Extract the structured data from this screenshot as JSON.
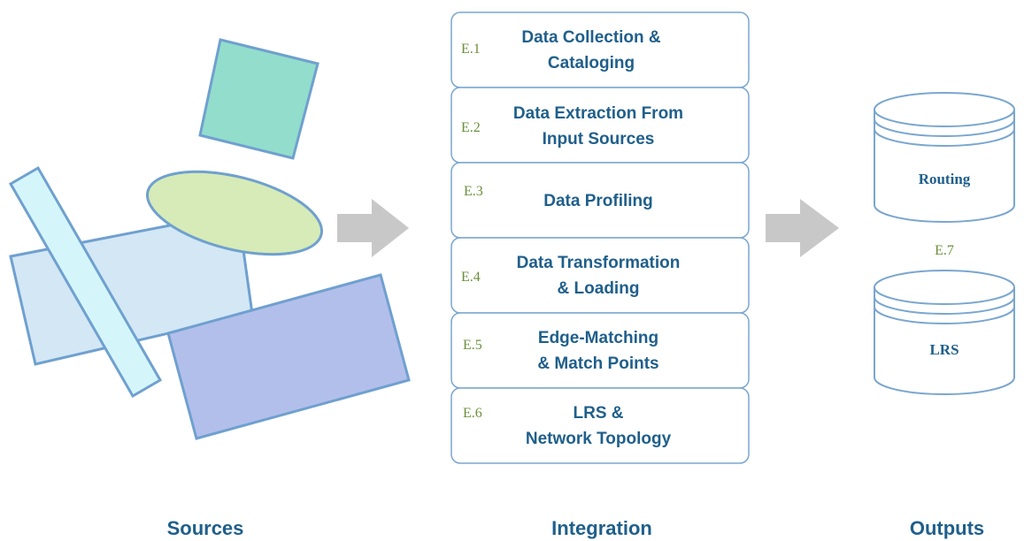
{
  "sections": {
    "sources": "Sources",
    "integration": "Integration",
    "outputs": "Outputs"
  },
  "steps": [
    {
      "code": "E.1",
      "lines": [
        "Data Collection &",
        "Cataloging"
      ]
    },
    {
      "code": "E.2",
      "lines": [
        "Data Extraction From",
        "Input Sources"
      ]
    },
    {
      "code": "E.3",
      "lines": [
        "Data Profiling"
      ]
    },
    {
      "code": "E.4",
      "lines": [
        "Data Transformation",
        "& Loading"
      ]
    },
    {
      "code": "E.5",
      "lines": [
        "Edge-Matching",
        "& Match Points"
      ]
    },
    {
      "code": "E.6",
      "lines": [
        "LRS &",
        "Network Topology"
      ]
    }
  ],
  "outputs": {
    "code": "E.7",
    "databases": [
      "Routing",
      "LRS"
    ]
  },
  "colors": {
    "text": "#1f5f8b",
    "code": "#6a8f3a",
    "box_border": "#7aa6cf",
    "shape_border": "#6fa0cf",
    "teal_square": "#93ddcc",
    "light_blue_rect": "#d3e7f5",
    "periwinkle_rect": "#b3bfeb",
    "pale_cyan_bar": "#d4f6fb",
    "green_ellipse": "#d6ebb7",
    "arrow": "#c8c8c8"
  }
}
